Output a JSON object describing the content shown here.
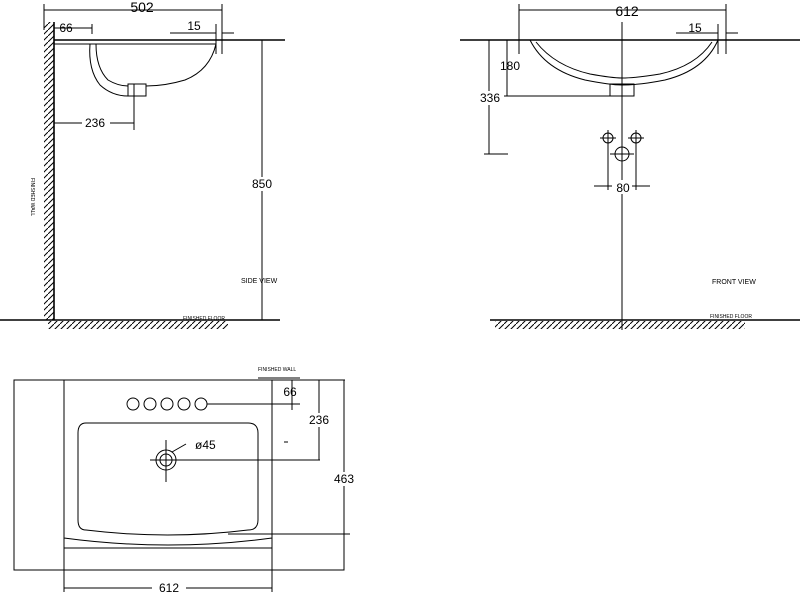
{
  "side_view": {
    "dim_top_width": "502",
    "dim_left_offset": "66",
    "dim_rim": "15",
    "dim_drain_offset": "236",
    "dim_height": "850",
    "label_view": "SIDE VIEW",
    "label_wall": "FINISHED WALL",
    "label_floor": "FINISHED FLOOR"
  },
  "front_view": {
    "dim_top_width": "612",
    "dim_rim": "15",
    "dim_bowl_depth": "180",
    "dim_drain_depth": "336",
    "dim_tap_spacing": "80",
    "label_view": "FRONT VIEW",
    "label_floor": "FINISHED FLOOR"
  },
  "top_view": {
    "label_wall": "FINISHED WALL",
    "dim_tap_offset": "66",
    "dim_drain_offset": "236",
    "dim_drain_diameter": "ø45",
    "dim_depth": "463",
    "dim_width": "612"
  }
}
